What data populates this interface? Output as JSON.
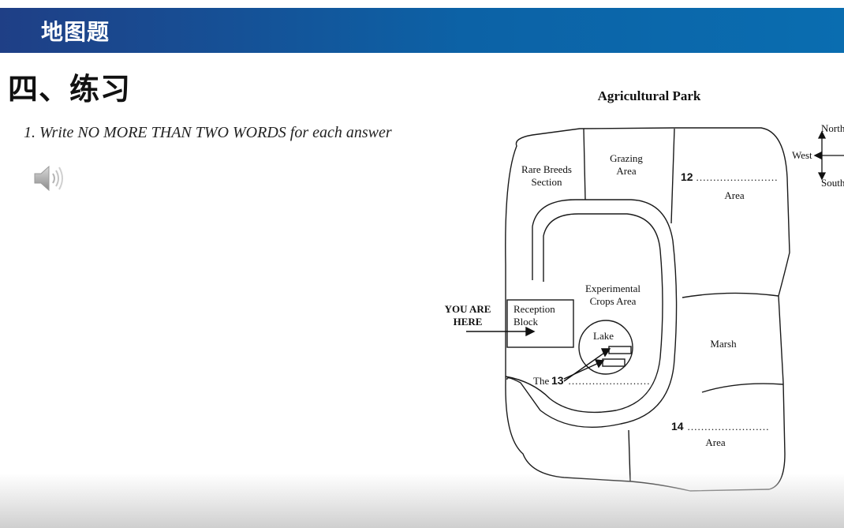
{
  "header": {
    "title": "地图题"
  },
  "section": {
    "title": "四、练习"
  },
  "instruction": "1. Write NO MORE THAN TWO WORDS for each answer",
  "audio": {
    "icon": "speaker-icon"
  },
  "map": {
    "title": "Agricultural Park",
    "compass": {
      "north": "North",
      "west": "West",
      "south": "South"
    },
    "areas": {
      "rare_breeds_1": "Rare Breeds",
      "rare_breeds_2": "Section",
      "grazing_1": "Grazing",
      "grazing_2": "Area",
      "q12_area": "Area",
      "experimental_1": "Experimental",
      "experimental_2": "Crops Area",
      "reception_1": "Reception",
      "reception_2": "Block",
      "lake": "Lake",
      "marsh": "Marsh",
      "q14_area": "Area"
    },
    "you_are_here_1": "YOU ARE",
    "you_are_here_2": "HERE",
    "q12": {
      "number": "12",
      "blank": "……………………"
    },
    "q13": {
      "prefix": "The",
      "number": "13",
      "blank": "……………………"
    },
    "q14": {
      "number": "14",
      "blank": "……………………"
    }
  }
}
